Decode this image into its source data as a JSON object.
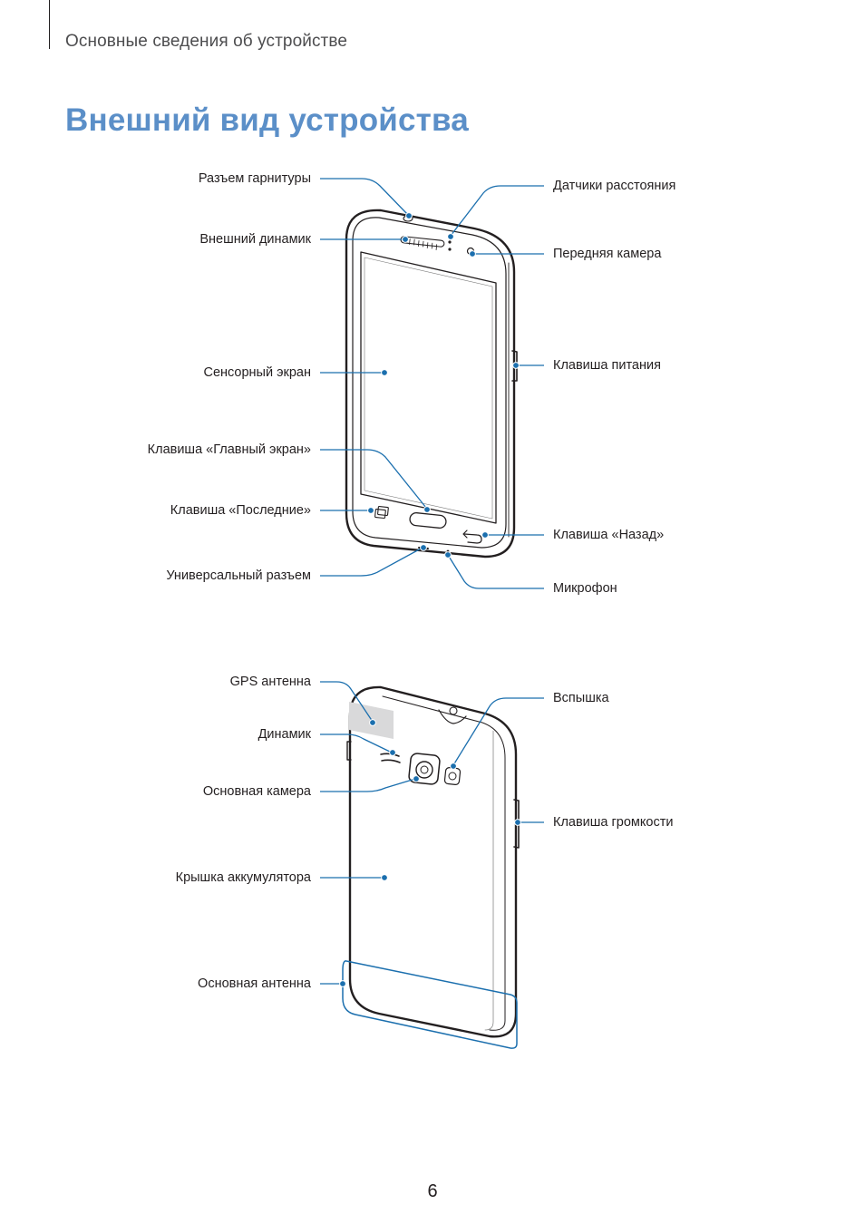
{
  "header": {
    "section": "Основные сведения об устройстве"
  },
  "title": "Внешний вид устройства",
  "front": {
    "labels_left": [
      {
        "id": "headset-jack",
        "text": "Разъем гарнитуры"
      },
      {
        "id": "earpiece",
        "text": "Внешний динамик"
      },
      {
        "id": "touchscreen",
        "text": "Сенсорный экран"
      },
      {
        "id": "home-key",
        "text": "Клавиша «Главный экран»"
      },
      {
        "id": "recent-key",
        "text": "Клавиша «Последние»"
      },
      {
        "id": "usb-port",
        "text": "Универсальный разъем"
      }
    ],
    "labels_right": [
      {
        "id": "proximity-sensor",
        "text": "Датчики расстояния"
      },
      {
        "id": "front-camera",
        "text": "Передняя камера"
      },
      {
        "id": "power-key",
        "text": "Клавиша питания"
      },
      {
        "id": "back-key",
        "text": "Клавиша «Назад»"
      },
      {
        "id": "microphone",
        "text": "Микрофон"
      }
    ]
  },
  "rear": {
    "labels_left": [
      {
        "id": "gps-antenna",
        "text": "GPS антенна"
      },
      {
        "id": "speaker",
        "text": "Динамик"
      },
      {
        "id": "rear-camera",
        "text": "Основная камера"
      },
      {
        "id": "battery-cover",
        "text": "Крышка аккумулятора"
      },
      {
        "id": "main-antenna",
        "text": "Основная антенна"
      }
    ],
    "labels_right": [
      {
        "id": "flash",
        "text": "Вспышка"
      },
      {
        "id": "volume-key",
        "text": "Клавиша громкости"
      }
    ]
  },
  "page_number": "6",
  "colors": {
    "title": "#5b8fc8",
    "callout": "#1b6fae",
    "antenna_fill": "#d9d9da",
    "text": "#231f20"
  }
}
